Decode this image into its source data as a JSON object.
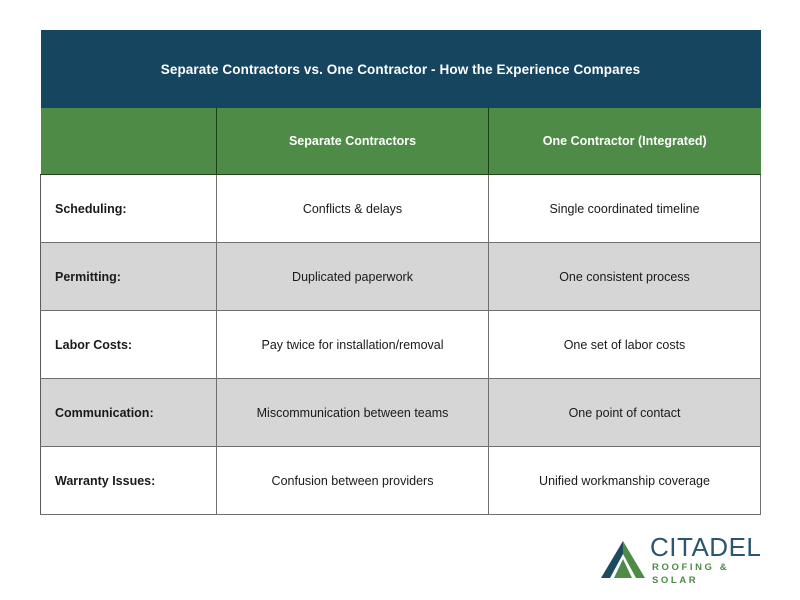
{
  "table": {
    "title": "Separate Contractors vs. One Contractor - How the Experience Compares",
    "columns": [
      {
        "label": ""
      },
      {
        "label": "Separate Contractors"
      },
      {
        "label": "One Contractor (Integrated)"
      }
    ],
    "rows": [
      {
        "label": "Scheduling:",
        "separate": "Conflicts & delays",
        "integrated": "Single coordinated timeline"
      },
      {
        "label": "Permitting:",
        "separate": "Duplicated paperwork",
        "integrated": "One consistent process"
      },
      {
        "label": "Labor Costs:",
        "separate": "Pay twice for installation/removal",
        "integrated": "One set of labor costs"
      },
      {
        "label": "Communication:",
        "separate": "Miscommunication between teams",
        "integrated": "One point of contact"
      },
      {
        "label": "Warranty Issues:",
        "separate": "Confusion between providers",
        "integrated": "Unified workmanship coverage"
      }
    ]
  },
  "logo": {
    "icon": "roof-peak-icon",
    "wordmark": "CITADEL",
    "tagline": "ROOFING & SOLAR"
  },
  "colors": {
    "title_bar": "#16455f",
    "header_green": "#4e8b47",
    "row_alt_gray": "#d6d6d6",
    "row_base": "#ffffff",
    "logo_navy": "#2a5671",
    "logo_green": "#4e8b47",
    "border": "#6f6f6f"
  }
}
